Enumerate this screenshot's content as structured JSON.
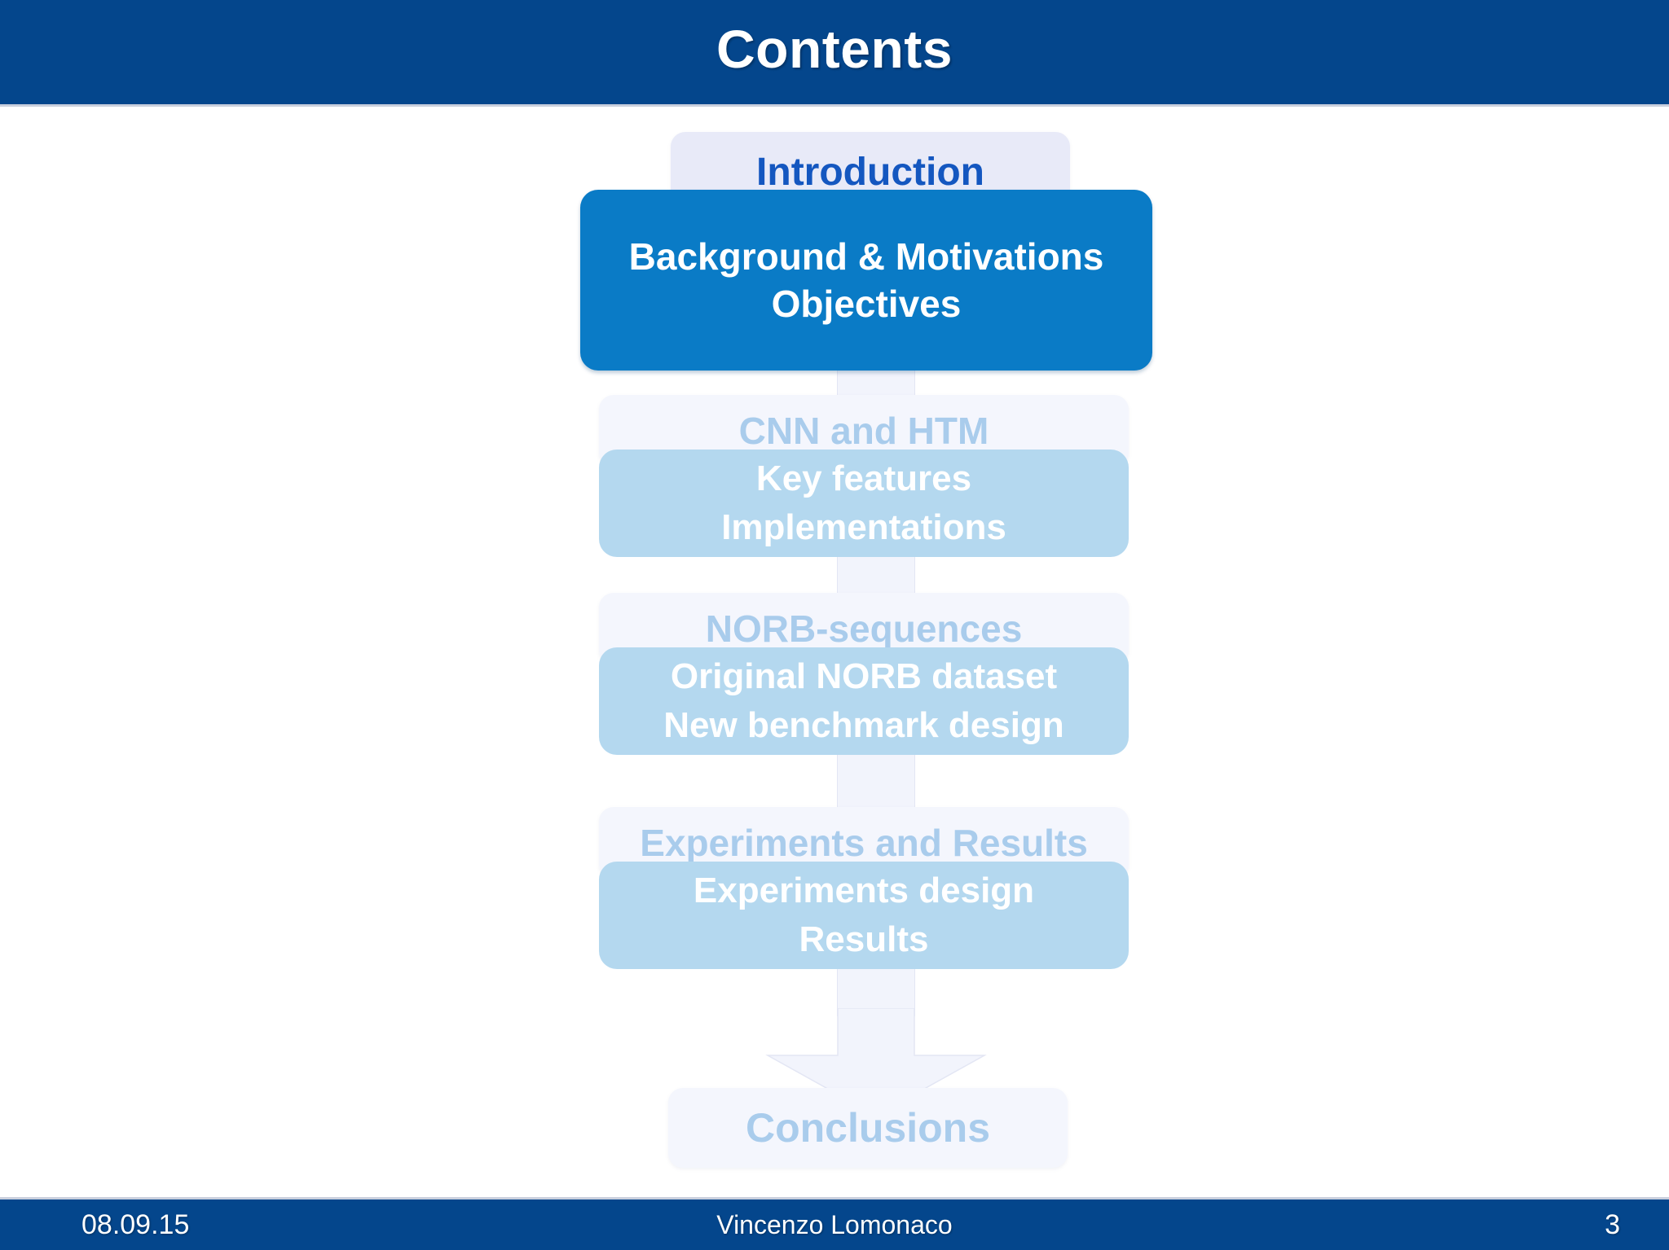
{
  "slide": {
    "title": "Contents",
    "header_bg": "#04468C",
    "accent_active": "#0A7BC6",
    "accent_dim": "#B4D8EF",
    "tab_dim_text": "#A9CCEC",
    "tab_active_text": "#1457C0"
  },
  "sections": [
    {
      "tab": "Introduction",
      "state": "active",
      "lines": [
        "Background & Motivations",
        "Objectives"
      ]
    },
    {
      "tab": "CNN and HTM",
      "state": "dim",
      "lines": [
        "Key features",
        "Implementations"
      ]
    },
    {
      "tab": "NORB-sequences",
      "state": "dim",
      "lines": [
        "Original NORB dataset",
        "New benchmark design"
      ]
    },
    {
      "tab": "Experiments and Results",
      "state": "dim",
      "lines": [
        "Experiments design",
        "Results"
      ]
    }
  ],
  "conclusion": {
    "tab": "Conclusions",
    "state": "dim"
  },
  "footer": {
    "date": "08.09.15",
    "author": "Vincenzo Lomonaco",
    "page": "3"
  }
}
